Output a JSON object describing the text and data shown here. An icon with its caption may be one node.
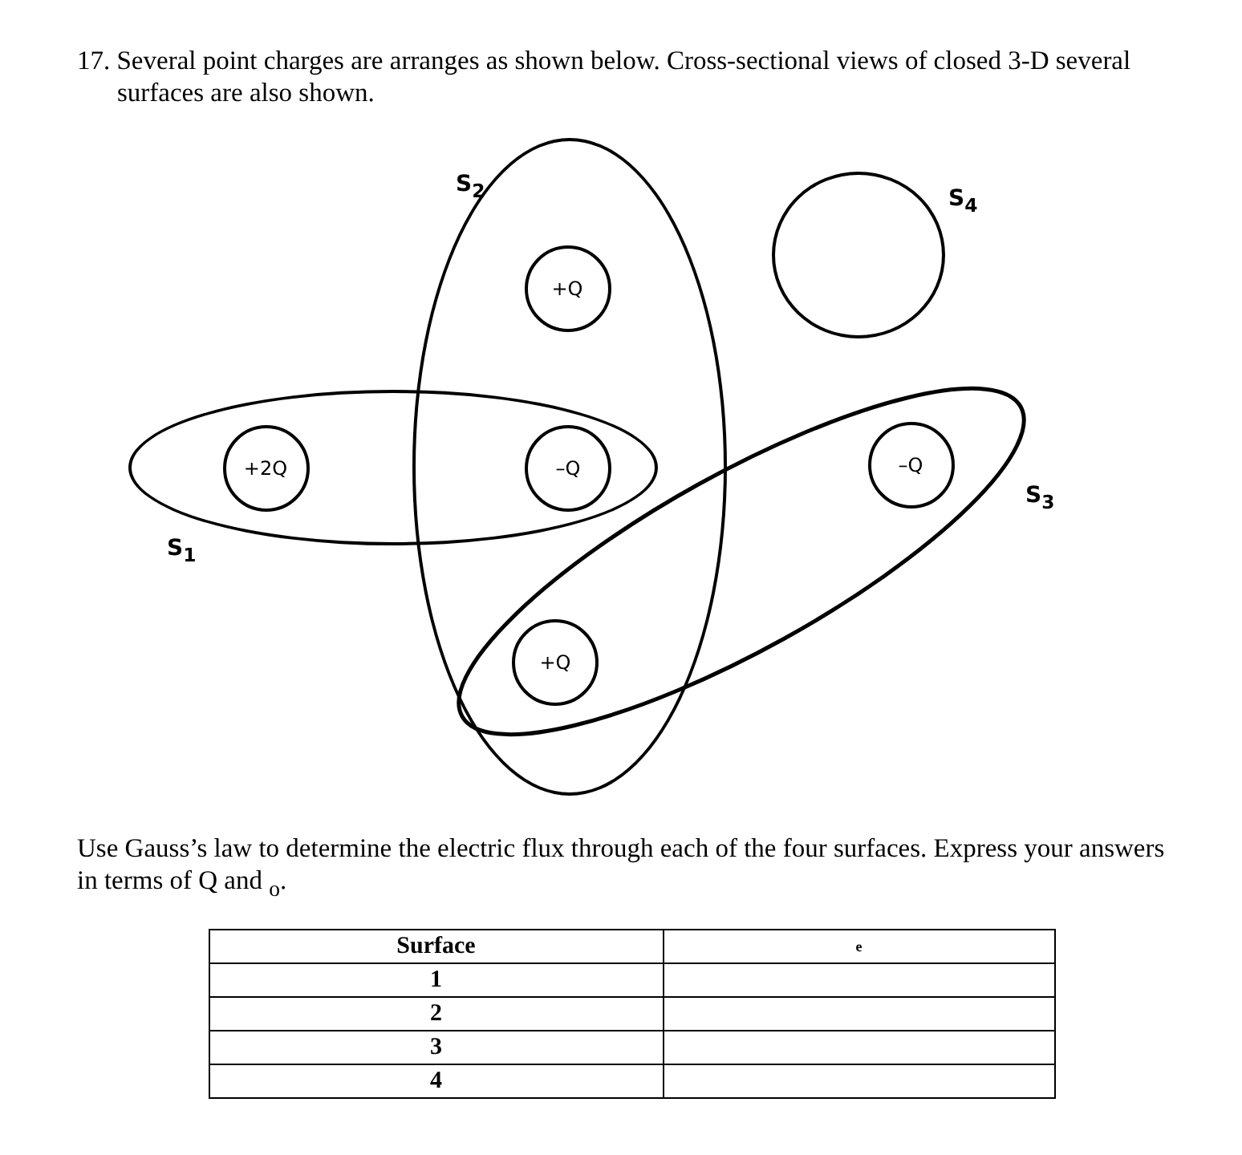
{
  "diagram": {
    "title": "17. Several point charges are arranges as shown below.  Cross-sectional views of  closed 3-D several surfaces are also shown.",
    "caption": "Use Gauss’s law to determine the electric flux through each of the four surfaces.  Express your answers in terms of Q and $_{o}$.",
    "nodes": [
      {
        "text": [
          "S$_{2}$"
        ]
      },
      {
        "text": [
          "+Q"
        ],
        "in": 0
      },
      {
        "text": [
          "S$_{4}$"
        ]
      },
      {
        "text": [
          "S$_{1}$"
        ]
      },
      {
        "text": [
          "+2Q"
        ],
        "in": 3
      },
      {
        "text": [
          "–Q"
        ]
      },
      {
        "text": [
          "S$_{3}$"
        ]
      },
      {
        "text": [
          "–Q"
        ],
        "in": 6
      },
      {
        "text": [
          "+Q"
        ]
      }
    ],
    "labels": [
      "Surface",
      "e",
      "1",
      "2",
      "3",
      "4"
    ]
  }
}
